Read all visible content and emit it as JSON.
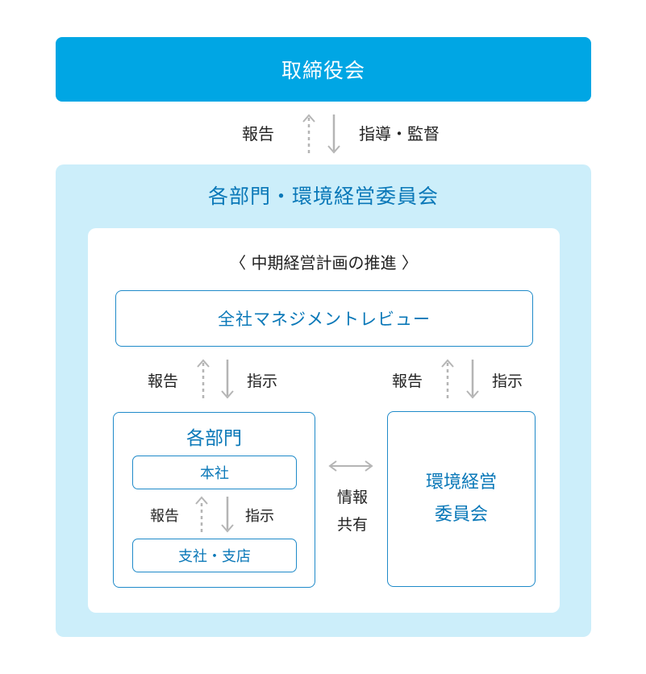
{
  "colors": {
    "board_fill": "#00a6e4",
    "outer_fill": "#cceefa",
    "inner_fill": "#ffffff",
    "box_border": "#1f8ac9",
    "blue_text": "#0a78b8",
    "arrow_gray": "#b5b5b5"
  },
  "board": {
    "label": "取締役会"
  },
  "board_link": {
    "report": "報告",
    "guide": "指導・監督"
  },
  "committee": {
    "title": "各部門・環境経営委員会"
  },
  "plan": {
    "title": "〈 中期経営計画の推進 〉"
  },
  "review": {
    "label": "全社マネジメントレビュー"
  },
  "review_left_link": {
    "report": "報告",
    "instruct": "指示"
  },
  "review_right_link": {
    "report": "報告",
    "instruct": "指示"
  },
  "departments": {
    "title": "各部門",
    "hq": "本社",
    "link": {
      "report": "報告",
      "instruct": "指示"
    },
    "branch": "支社・支店"
  },
  "info_share": {
    "line1": "情報",
    "line2": "共有"
  },
  "env_committee": {
    "line1": "環境経営",
    "line2": "委員会"
  }
}
